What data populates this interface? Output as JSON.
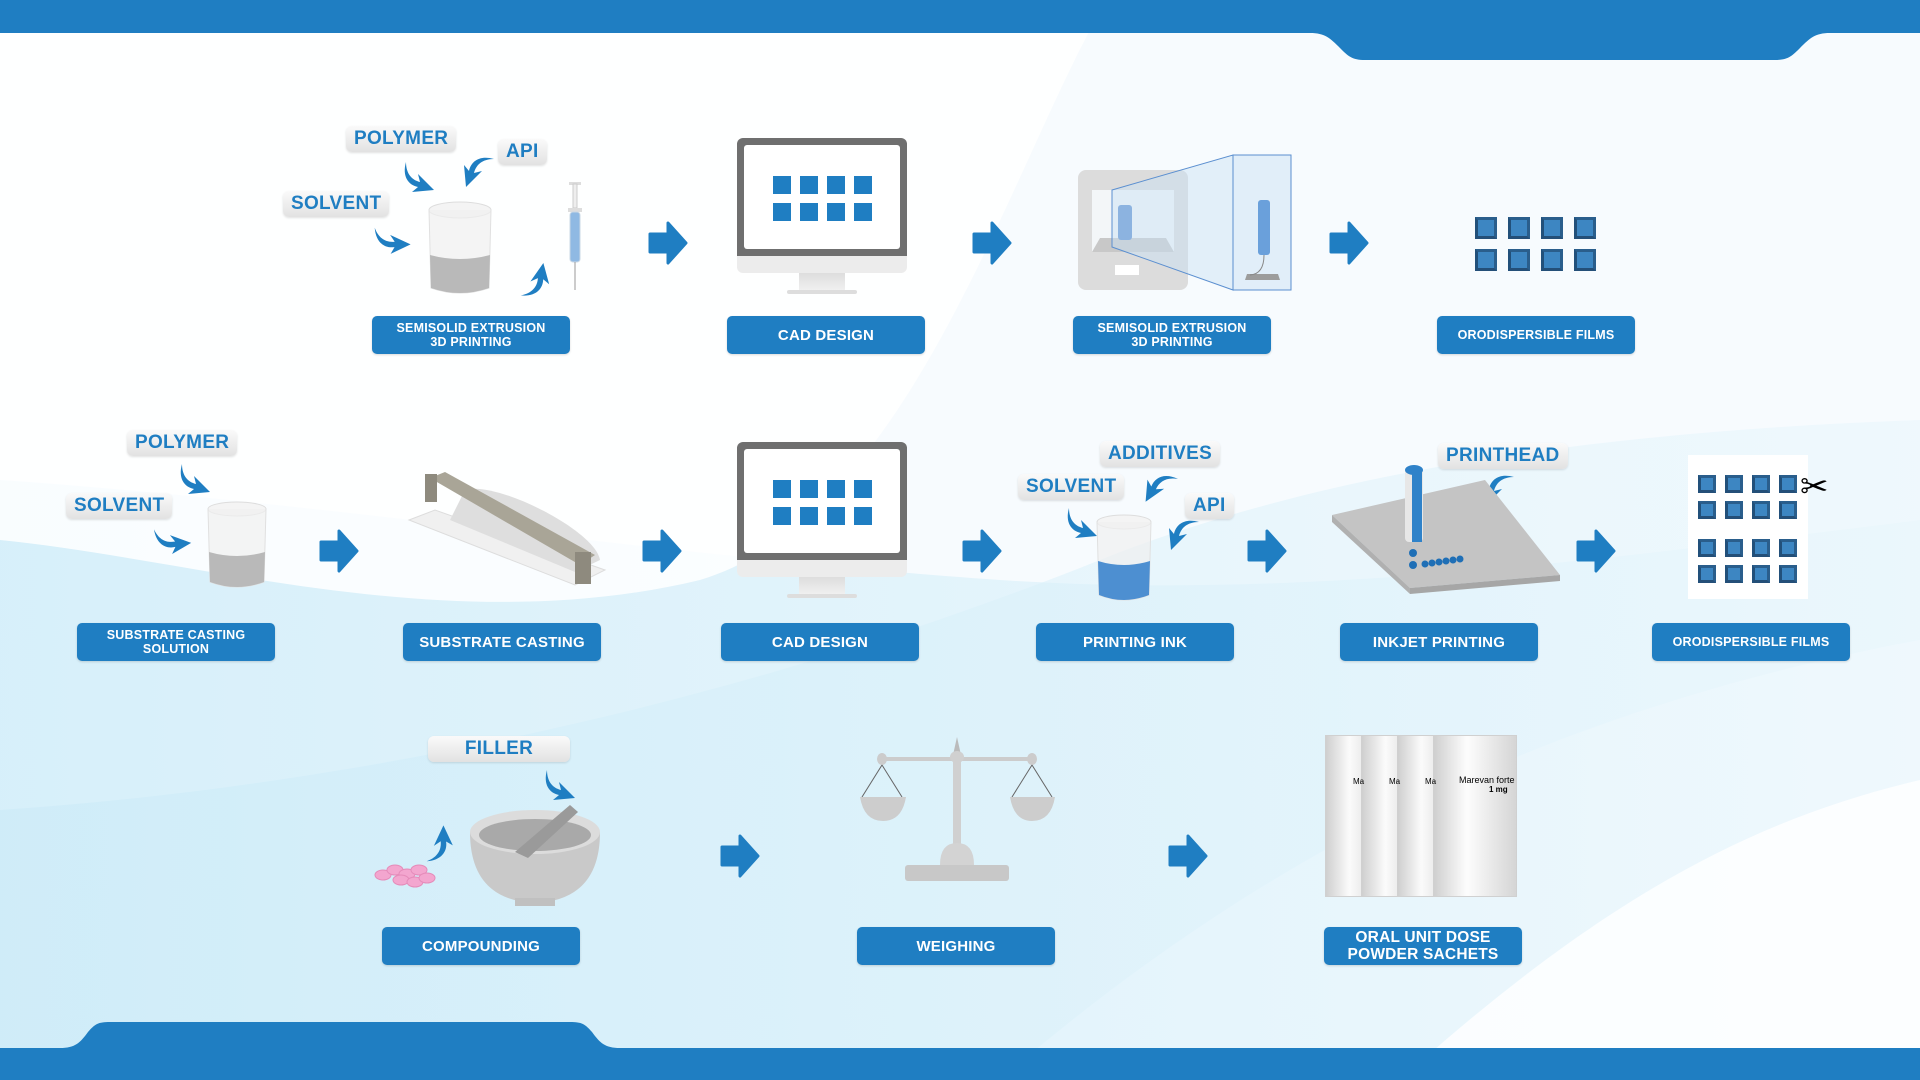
{
  "colors": {
    "brand_blue": "#1f7ec2",
    "tile_blue": "#3d86c2",
    "tag_text": "#1f7ec2"
  },
  "rows": [
    {
      "name": "semisolid-extrusion-row",
      "steps": [
        {
          "label": "SEMISOLID EXTRUSION\n3D PRINTING",
          "icon": "beaker-syringe-icon",
          "inputs": [
            "POLYMER",
            "API",
            "SOLVENT"
          ]
        },
        {
          "label": "CAD DESIGN",
          "icon": "monitor-icon"
        },
        {
          "label": "SEMISOLID EXTRUSION\n3D PRINTING",
          "icon": "3d-printer-icon"
        },
        {
          "label": "ORODISPERSIBLE FILMS",
          "icon": "film-tiles-icon"
        }
      ]
    },
    {
      "name": "inkjet-printing-row",
      "steps": [
        {
          "label": "SUBSTRATE CASTING\nSOLUTION",
          "icon": "beaker-icon",
          "inputs": [
            "POLYMER",
            "SOLVENT"
          ]
        },
        {
          "label": "SUBSTRATE CASTING",
          "icon": "film-applicator-icon"
        },
        {
          "label": "CAD DESIGN",
          "icon": "monitor-icon"
        },
        {
          "label": "PRINTING INK",
          "icon": "ink-beaker-icon",
          "inputs": [
            "ADDITIVES",
            "SOLVENT",
            "API"
          ]
        },
        {
          "label": "INKJET PRINTING",
          "icon": "printhead-icon",
          "inputs": [
            "PRINTHEAD"
          ]
        },
        {
          "label": "ORODISPERSIBLE FILMS",
          "icon": "film-sheet-scissors-icon"
        }
      ]
    },
    {
      "name": "powder-sachet-row",
      "steps": [
        {
          "label": "COMPOUNDING",
          "icon": "mortar-pestle-icon",
          "inputs": [
            "FILLER"
          ]
        },
        {
          "label": "WEIGHING",
          "icon": "balance-scale-icon"
        },
        {
          "label": "ORAL UNIT DOSE\nPOWDER SACHETS",
          "icon": "sachets-icon",
          "sachet_text": [
            "Marevan forte",
            "1 mg"
          ],
          "sachet_partial": "Ma"
        }
      ]
    }
  ]
}
